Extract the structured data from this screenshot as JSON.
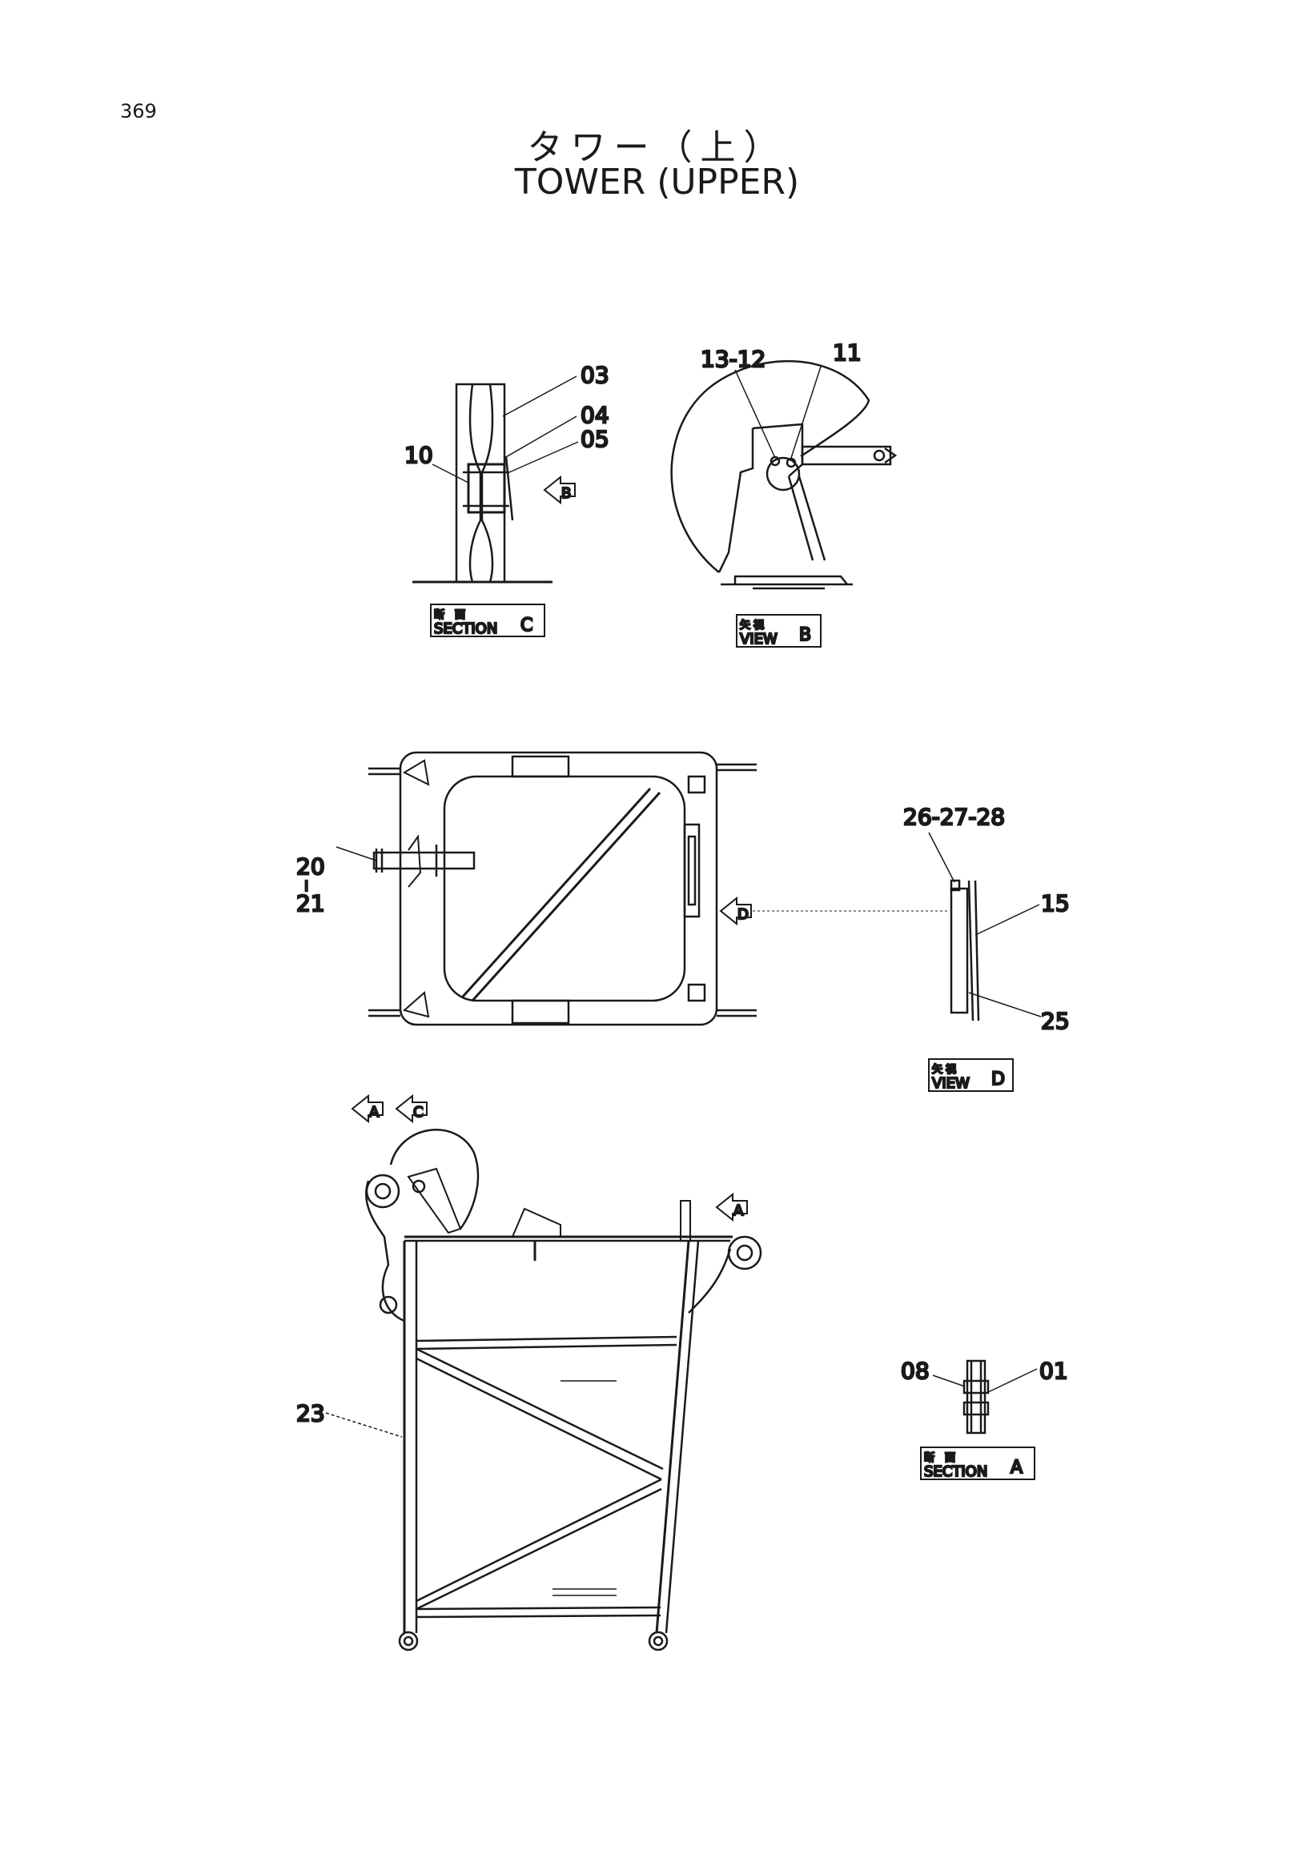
{
  "page_number": "369",
  "title_jp": "タワー（上）",
  "title_en": "TOWER (UPPER)",
  "view_labels": {
    "section_c": {
      "jp": "断　面",
      "en": "SECTION",
      "letter": "C"
    },
    "view_b": {
      "jp": "矢 視",
      "en": "VIEW",
      "letter": "B"
    },
    "view_d": {
      "jp": "矢 視",
      "en": "VIEW",
      "letter": "D"
    },
    "section_a": {
      "jp": "断　面",
      "en": "SECTION",
      "letter": "A"
    }
  },
  "arrow_letters": {
    "b": "B",
    "d": "D",
    "a_top": "A",
    "c_top": "C",
    "a_right": "A"
  },
  "part_labels": {
    "p03": "03",
    "p04": "04",
    "p05": "05",
    "p10": "10",
    "p13_12": "13-12",
    "p11": "11",
    "p20": "20",
    "p20_sep": "I",
    "p21": "21",
    "p26_27_28": "26-27-28",
    "p15": "15",
    "p25": "25",
    "p23": "23",
    "p08": "08",
    "p01": "01"
  }
}
